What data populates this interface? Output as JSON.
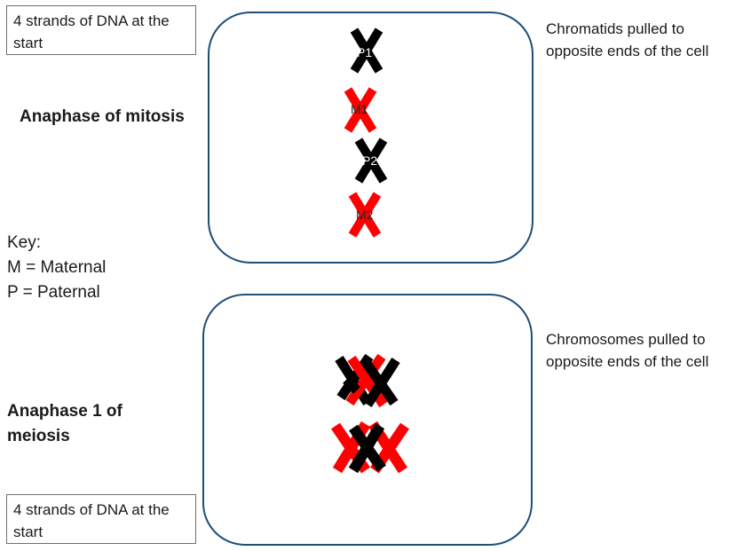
{
  "notes": {
    "top": "4 strands of DNA at the start",
    "bottom": "4 strands of DNA at the start"
  },
  "labels": {
    "mitosis": "Anaphase of mitosis",
    "meiosis": "Anaphase 1 of meiosis"
  },
  "side": {
    "chromatids": "Chromatids pulled to opposite ends of the cell",
    "chromosomes": "Chromosomes pulled to opposite ends of the cell"
  },
  "key": {
    "title": "Key:",
    "maternal": "M = Maternal",
    "paternal": "P = Paternal"
  },
  "mitosis_chromosomes": [
    {
      "label": "P1",
      "color": "#000000"
    },
    {
      "label": "M1",
      "color": "#ff0000"
    },
    {
      "label": "P2",
      "color": "#000000"
    },
    {
      "label": "M2",
      "color": "#ff0000"
    }
  ],
  "colors": {
    "cell_border": "#1f4e79",
    "paternal": "#000000",
    "maternal": "#ff0000"
  }
}
